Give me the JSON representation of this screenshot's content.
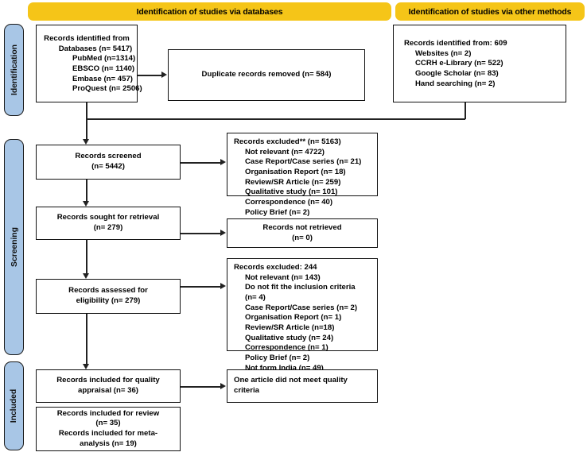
{
  "diagram": {
    "title": "PRISMA 2020 flow diagram",
    "accent_orange": "#F5C518",
    "phase_blue": "#A8C6E6",
    "line_color": "#222222"
  },
  "headers": {
    "databases": "Identification of studies via databases",
    "other_methods": "Identification of studies via other methods"
  },
  "phases": {
    "identification": "Identification",
    "screening": "Screening",
    "included": "Included"
  },
  "boxes": {
    "records_identified": {
      "title": "Records identified from",
      "lines": [
        "Databases (n= 5417)",
        "PubMed (n=1314)",
        "EBSCO  (n= 1140)",
        "Embase (n= 457)",
        "ProQuest (n= 2506)"
      ]
    },
    "duplicates_removed": {
      "text": "Duplicate records removed (n= 584)"
    },
    "other_methods_identified": {
      "title": "Records identified from: 609",
      "lines": [
        "Websites (n= 2)",
        "CCRH e-Library (n= 522)",
        "Google Scholar (n= 83)",
        "Hand searching (n= 2)"
      ]
    },
    "records_screened": {
      "line1": "Records screened",
      "line2": "(n= 5442)"
    },
    "records_excluded_screening": {
      "title": "Records excluded** (n= 5163)",
      "lines": [
        "Not relevant (n= 4722)",
        "Case Report/Case series (n= 21)",
        "Organisation Report (n= 18)",
        "Review/SR Article (n= 259)",
        "Qualitative study (n= 101)",
        "Correspondence (n= 40)",
        "Policy Brief (n= 2)"
      ]
    },
    "records_sought": {
      "line1": "Records sought for retrieval",
      "line2": "(n= 279)"
    },
    "records_not_retrieved": {
      "line1": "Records not retrieved",
      "line2": "(n= 0)"
    },
    "records_assessed": {
      "line1": "Records assessed for",
      "line2": "eligibility (n= 279)"
    },
    "records_excluded_eligibility": {
      "title": "Records excluded: 244",
      "lines": [
        "Not relevant (n= 143)",
        "Do not fit the inclusion criteria",
        "(n= 4)",
        "Case Report/Case series (n= 2)",
        "Organisation Report (n= 1)",
        "Review/SR Article (n=18)",
        "Qualitative study (n= 24)",
        "Correspondence (n= 1)",
        "Policy Brief (n= 2)",
        "Not form India (n= 49)"
      ]
    },
    "records_quality": {
      "line1": "Records included for quality",
      "line2": "appraisal (n= 36)"
    },
    "quality_note": {
      "line1": "One article did not meet quality",
      "line2": "criteria"
    },
    "records_included_review": {
      "line1": "Records included for review",
      "line2": "(n= 35)",
      "line3": "Records included for meta-",
      "line4": "analysis (n= 19)"
    }
  }
}
